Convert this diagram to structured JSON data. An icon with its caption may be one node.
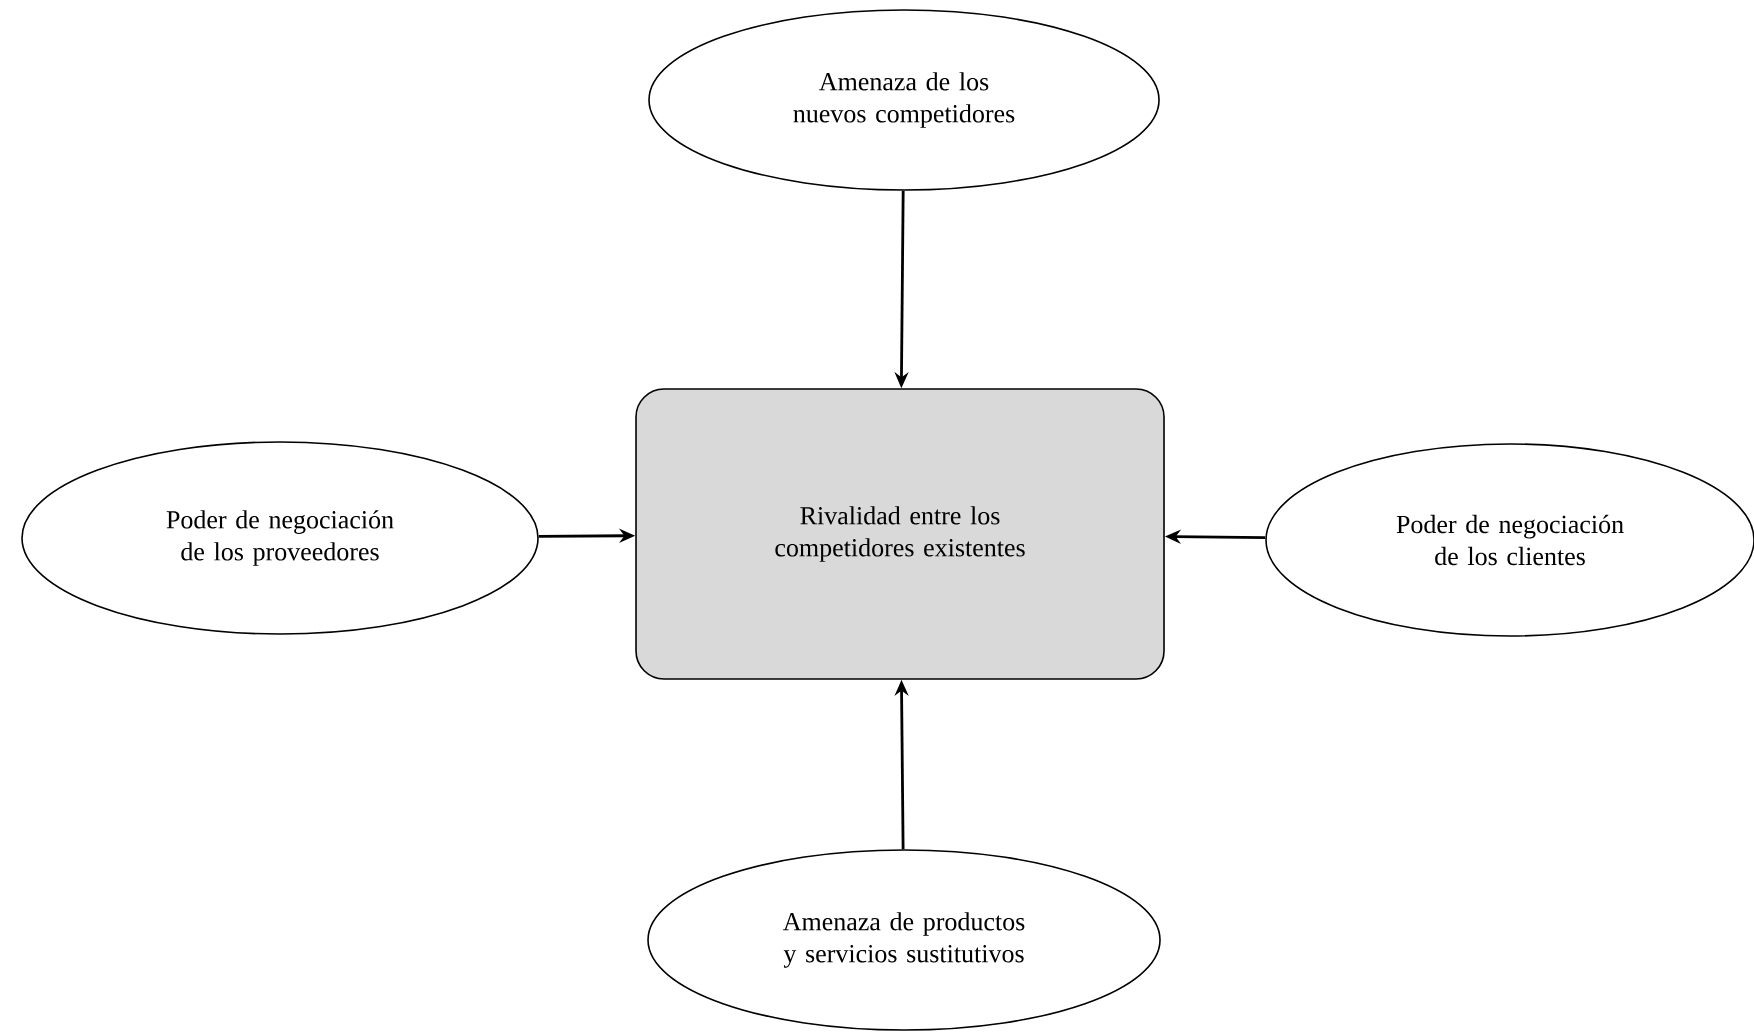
{
  "diagram": {
    "nodes": [
      {
        "text": [
          "Amenaza de los nuevos competidores"
        ]
      },
      {
        "text": [
          "Poder de negociación de los proveedores"
        ]
      },
      {
        "text": [
          "Rivalidad entre los competidores existentes"
        ]
      },
      {
        "text": [
          "Poder de negociación de los clientes"
        ]
      },
      {
        "text": [
          "Amenaza de productos y servicios sustitutivos"
        ]
      }
    ],
    "edges": [
      {
        "from": 0,
        "to": 2,
        "arrow": "to"
      },
      {
        "from": 1,
        "to": 2,
        "arrow": "to"
      },
      {
        "from": 3,
        "to": 2,
        "arrow": "to"
      },
      {
        "from": 4,
        "to": 2,
        "arrow": "to"
      }
    ]
  }
}
